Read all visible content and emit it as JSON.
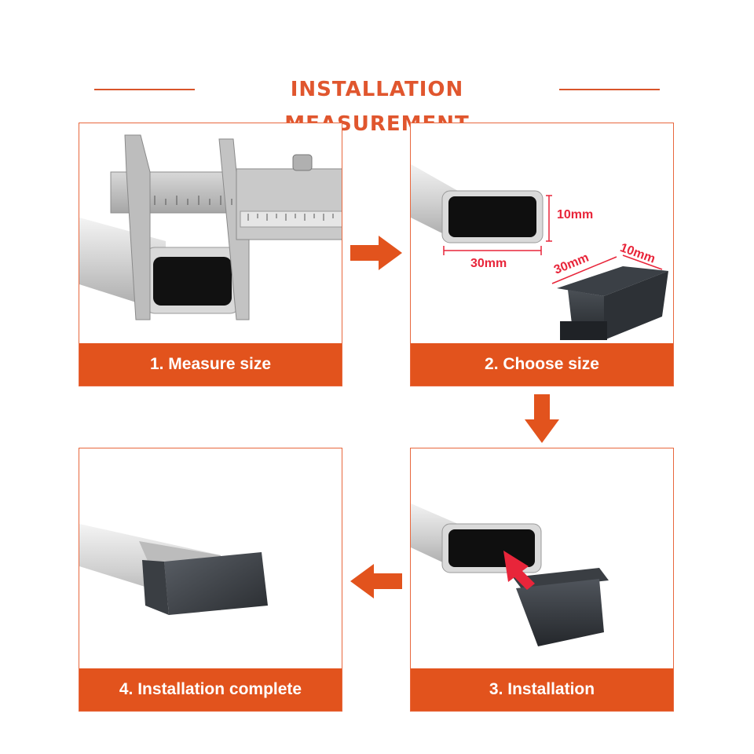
{
  "title": "INSTALLATION MEASUREMENT",
  "colors": {
    "accent": "#e2531d",
    "border": "#e8673d",
    "title": "#e0562e",
    "dimension": "#e8253a"
  },
  "steps": [
    {
      "caption": "1. Measure size"
    },
    {
      "caption": "2. Choose size",
      "dimensions": {
        "height": "10mm",
        "width": "30mm",
        "cap_width": "30mm",
        "cap_height": "10mm"
      }
    },
    {
      "caption": "3. Installation"
    },
    {
      "caption": "4. Installation complete"
    }
  ]
}
